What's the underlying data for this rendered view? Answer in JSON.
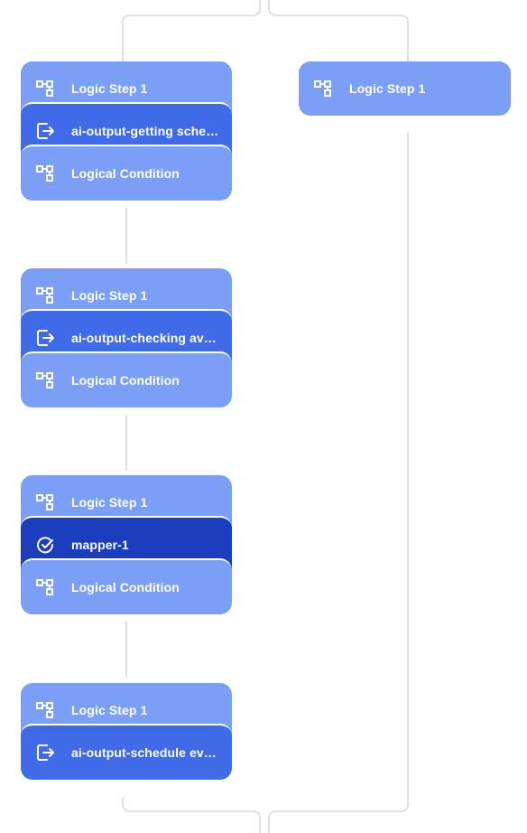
{
  "colors": {
    "light": "#7b9ff7",
    "mid": "#3f6ae8",
    "dark": "#1a3ebd",
    "connector": "#d5d9e0"
  },
  "branches": [
    {
      "name": "branch-left",
      "groups": [
        {
          "name": "group-1",
          "items": [
            {
              "label": "Logic Step 1",
              "icon": "logic-step-icon",
              "tone": "light"
            },
            {
              "label": "ai-output-getting schedule",
              "icon": "output-exit-icon",
              "tone": "mid"
            },
            {
              "label": "Logical Condition",
              "icon": "logic-step-icon",
              "tone": "light"
            }
          ]
        },
        {
          "name": "group-2",
          "items": [
            {
              "label": "Logic Step 1",
              "icon": "logic-step-icon",
              "tone": "light"
            },
            {
              "label": "ai-output-checking availability",
              "icon": "output-exit-icon",
              "tone": "mid"
            },
            {
              "label": "Logical Condition",
              "icon": "logic-step-icon",
              "tone": "light"
            }
          ]
        },
        {
          "name": "group-3",
          "items": [
            {
              "label": "Logic Step 1",
              "icon": "logic-step-icon",
              "tone": "light"
            },
            {
              "label": "mapper-1",
              "icon": "mapper-icon",
              "tone": "dark"
            },
            {
              "label": "Logical Condition",
              "icon": "logic-step-icon",
              "tone": "light"
            }
          ]
        },
        {
          "name": "group-4",
          "items": [
            {
              "label": "Logic Step 1",
              "icon": "logic-step-icon",
              "tone": "light"
            },
            {
              "label": "ai-output-schedule event",
              "icon": "output-exit-icon",
              "tone": "mid"
            }
          ]
        }
      ]
    },
    {
      "name": "branch-right",
      "groups": [
        {
          "name": "group-1",
          "items": [
            {
              "label": "Logic Step 1",
              "icon": "logic-step-icon",
              "tone": "light"
            }
          ]
        }
      ]
    }
  ]
}
